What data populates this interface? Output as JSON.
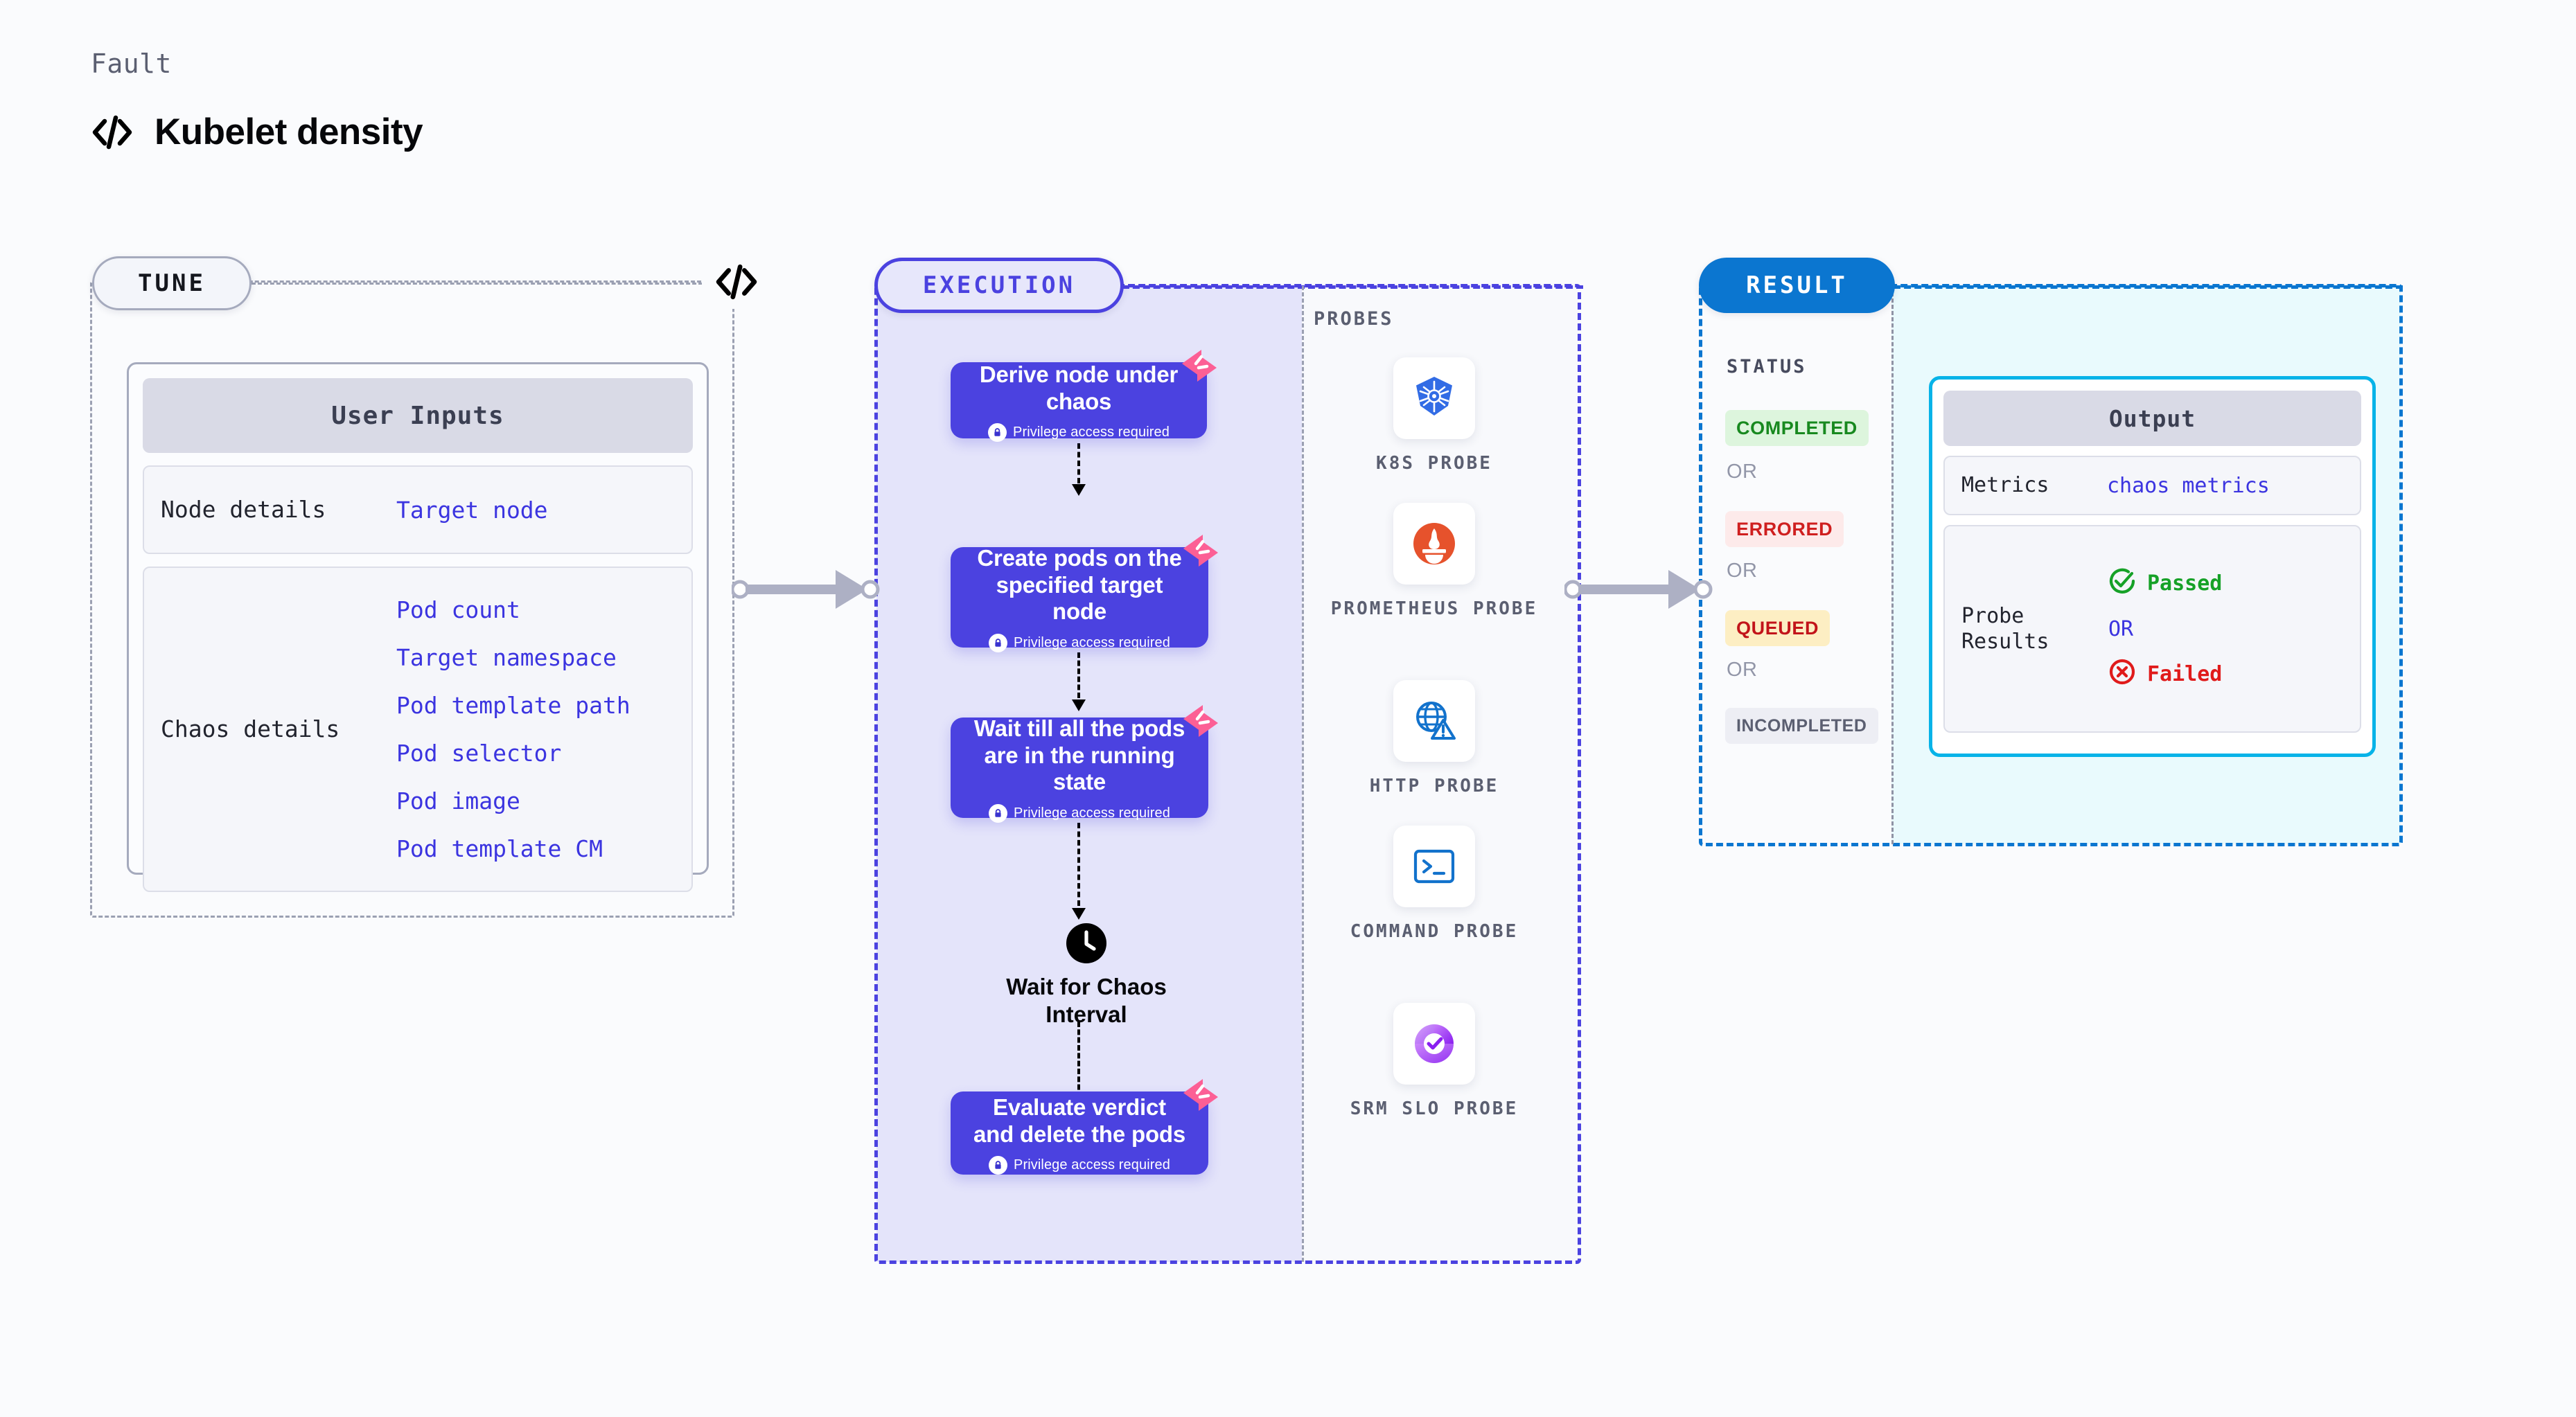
{
  "header": {
    "kicker": "Fault",
    "title": "Kubelet density",
    "icon": "code-icon"
  },
  "tune": {
    "badge": "TUNE",
    "code_icon": "code-icon",
    "card_title": "User Inputs",
    "rows": [
      {
        "label": "Node details",
        "values": [
          "Target node"
        ]
      },
      {
        "label": "Chaos details",
        "values": [
          "Pod count",
          "Target namespace",
          "Pod template path",
          "Pod selector",
          "Pod image",
          "Pod template CM"
        ]
      }
    ]
  },
  "execution": {
    "badge": "EXECUTION",
    "privilege_text": "Privilege access required",
    "steps": [
      {
        "title": "Derive node under chaos",
        "privilege": true
      },
      {
        "title": "Create pods on the specified target node",
        "privilege": true
      },
      {
        "title": "Wait till all the pods are in the running state",
        "privilege": true
      },
      {
        "title": "Evaluate verdict and delete the pods",
        "privilege": true
      }
    ],
    "wait_node": {
      "icon": "clock-icon",
      "label": "Wait for Chaos Interval"
    }
  },
  "probes": {
    "section_label": "PROBES",
    "items": [
      {
        "name": "K8S PROBE",
        "icon": "kubernetes-icon"
      },
      {
        "name": "PROMETHEUS PROBE",
        "icon": "prometheus-icon"
      },
      {
        "name": "HTTP PROBE",
        "icon": "globe-warning-icon"
      },
      {
        "name": "COMMAND PROBE",
        "icon": "terminal-icon"
      },
      {
        "name": "SRM SLO PROBE",
        "icon": "srm-slo-icon"
      }
    ]
  },
  "result": {
    "badge": "RESULT",
    "status_label": "STATUS",
    "or_text": "OR",
    "statuses": [
      {
        "label": "COMPLETED",
        "bg": "#ddf5dd",
        "fg": "#18891f"
      },
      {
        "label": "ERRORED",
        "bg": "#fdeaea",
        "fg": "#cf1f1f"
      },
      {
        "label": "QUEUED",
        "bg": "#fdeec3",
        "fg": "#c2141a"
      },
      {
        "label": "INCOMPLETED",
        "bg": "#edeef4",
        "fg": "#5b5f71"
      }
    ],
    "output": {
      "card_title": "Output",
      "metrics_label": "Metrics",
      "metrics_value": "chaos metrics",
      "probe_results_label": "Probe Results",
      "passed_label": "Passed",
      "failed_label": "Failed",
      "or_text": "OR"
    }
  },
  "colors": {
    "page_bg": "#fafbfd",
    "execution_accent": "#4b42e0",
    "result_accent": "#0b76d0",
    "output_accent": "#07b3e8",
    "tune_accent": "#a5aabd",
    "link_text": "#3b34e0",
    "ribbon_pink": "#fc5f95"
  }
}
